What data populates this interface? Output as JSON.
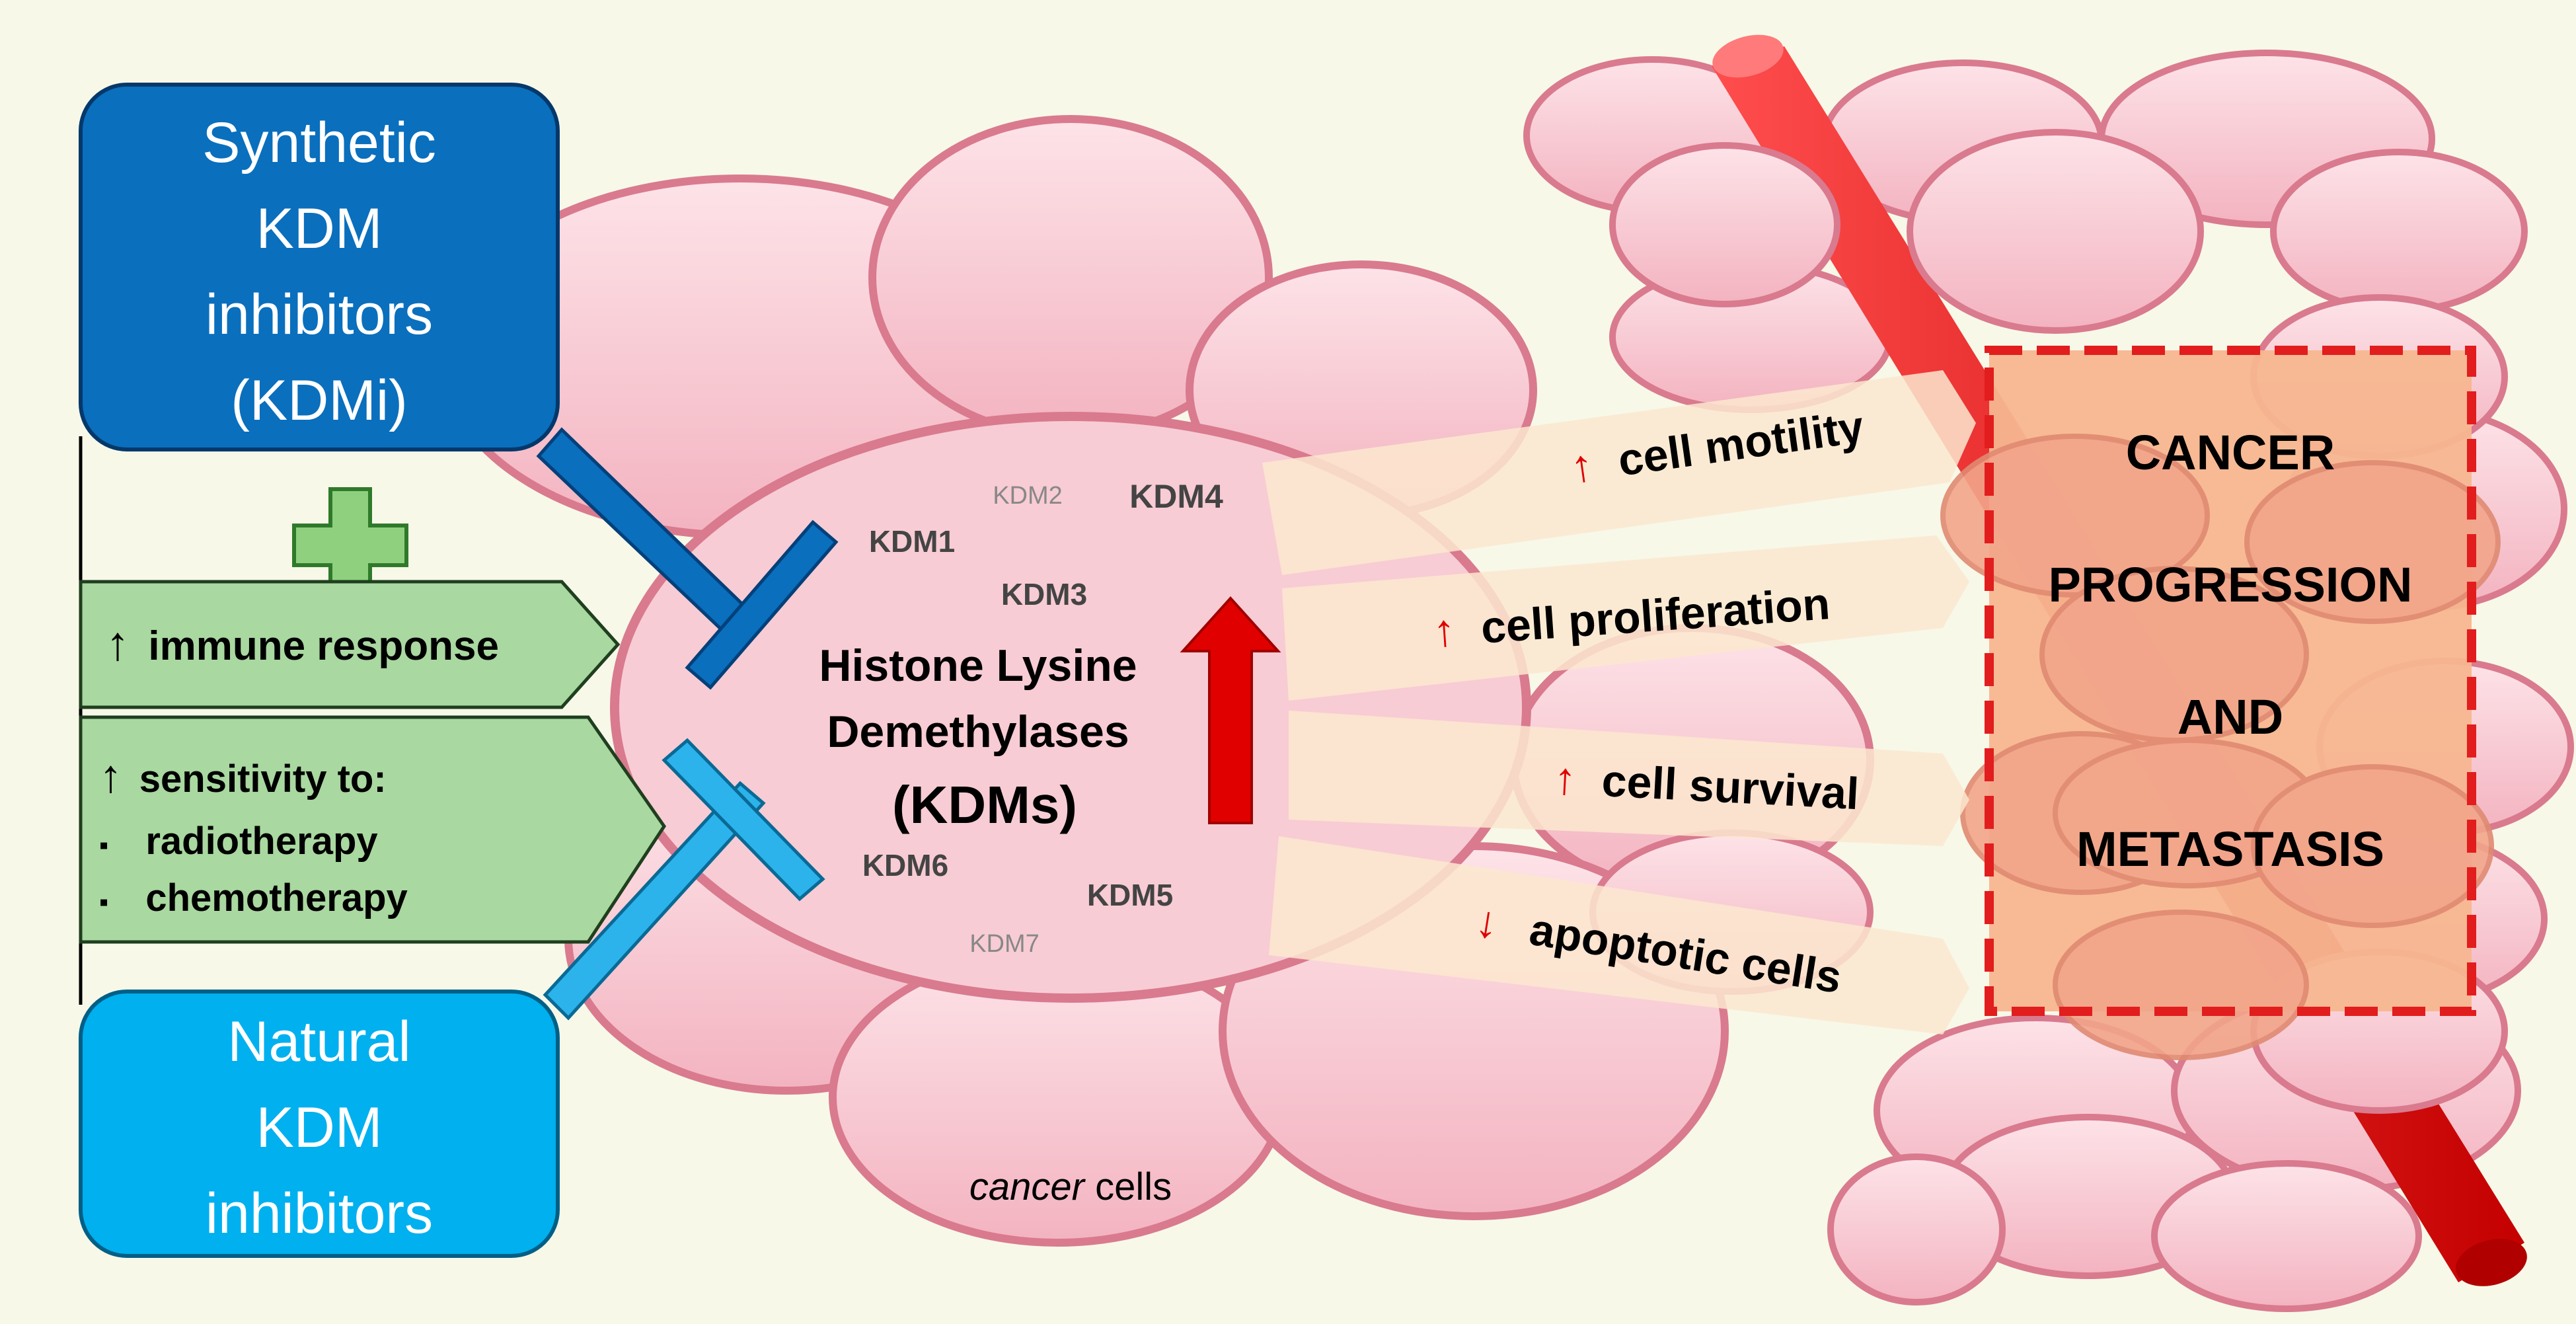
{
  "synthetic_box": {
    "lines": [
      "Synthetic",
      "KDM",
      "inhibitors",
      "(KDMi)"
    ],
    "color": "#0a6fbd"
  },
  "natural_box": {
    "lines": [
      "Natural",
      "KDM",
      "inhibitors"
    ],
    "color": "#00b0ef"
  },
  "plus_symbol": {
    "color": "#8fd07f"
  },
  "immune_response": {
    "arrow": "↑",
    "text": "immune  response"
  },
  "sensitivity": {
    "arrow": "↑",
    "title": "sensitivity to:",
    "items": [
      "radiotherapy",
      "chemotherapy"
    ],
    "bullet": "▪"
  },
  "kdm_cell": {
    "title_lines": [
      "Histone Lysine",
      "Demethylases",
      "(KDMs)"
    ],
    "kdm1": "KDM1",
    "kdm2": "KDM2",
    "kdm3": "KDM3",
    "kdm4": "KDM4",
    "kdm5": "KDM5",
    "kdm6": "KDM6",
    "kdm7": "KDM7",
    "up_arrow_color": "#e00000"
  },
  "effects": [
    {
      "arrow": "↑",
      "text": "cell motility"
    },
    {
      "arrow": "↑",
      "text": "cell proliferation"
    },
    {
      "arrow": "↑",
      "text": "cell survival"
    },
    {
      "arrow": "↓",
      "text": "apoptotic cells"
    }
  ],
  "cancer_cells_label": {
    "italic": "cancer",
    "normal": " cells"
  },
  "outcome": {
    "lines": [
      "CANCER",
      "PROGRESSION",
      "AND",
      "METASTASIS"
    ],
    "border_color": "#e21d1d"
  },
  "colors": {
    "cell_fill": "#f7c0c9",
    "cell_stroke": "#d97a8f",
    "blood_vessel": "#e01010",
    "arrow_red": "#e00000",
    "green_panel": "#a9d8a0",
    "effect_arrow": "#fbe6cc"
  }
}
